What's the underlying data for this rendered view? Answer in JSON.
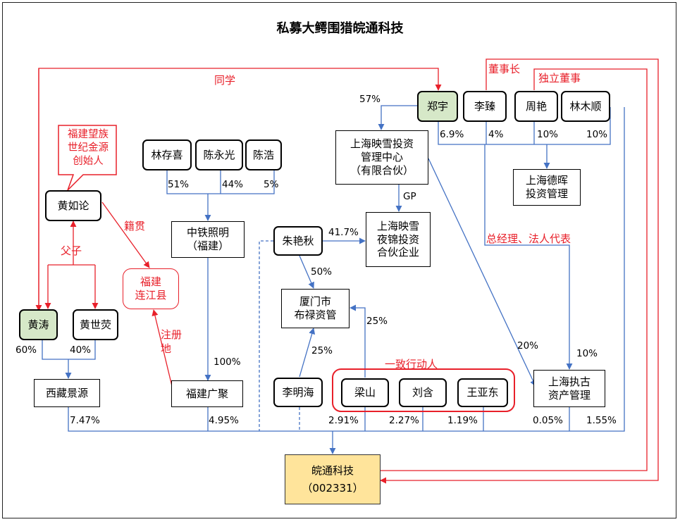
{
  "title": "私募大鳄围猎皖通科技",
  "nodes": {
    "huangrulun": "黄如论",
    "huangtao": "黄涛",
    "huangshiying": "黄世荧",
    "xizang": "西藏景源",
    "fujian_lianjiang": "福建\n连江县",
    "lincunxi": "林存喜",
    "chenyongguang": "陈永光",
    "chenhao": "陈浩",
    "zhongtie": "中铁照明\n（福建）",
    "fujian_guangju": "福建广聚",
    "zhuyanqiu": "朱艳秋",
    "xiamen_bulu": "厦门市\n布禄资管",
    "liminghai": "李明海",
    "zhengyu": "郑宇",
    "lizhen": "李臻",
    "zhouyan": "周艳",
    "linmushun": "林木顺",
    "shanghai_yingxue_center": "上海映雪投资\n管理中心\n（有限合伙）",
    "shanghai_yingxue_yejin": "上海映雪\n夜锦投资\n合伙企业",
    "shanghai_dehui": "上海德晖\n投资管理",
    "liangshan": "梁山",
    "liuhan": "刘含",
    "wangyadong": "王亚东",
    "shanghai_zhigu": "上海执古\n资产管理",
    "wantong": "皖通科技",
    "wantong_code": "（002331）"
  },
  "callout": "福建望族\n世纪金源\n创始人",
  "relations": {
    "classmate": "同学",
    "chairman": "董事长",
    "independent_director": "独立董事",
    "native_place": "籍贯",
    "father_son": "父子",
    "registered": "注册\n地",
    "gm_legal_rep": "总经理、法人代表",
    "concert_party": "一致行动人",
    "gp": "GP"
  },
  "percentages": {
    "zhengyu_center": "57%",
    "lin_zt": "51%",
    "chenyg_zt": "44%",
    "chenhao_zt": "5%",
    "zt_gj": "100%",
    "zhu_yejin": "41.7%",
    "zhu_bulu": "50%",
    "li_bulu": "25%",
    "lx_bulu": "25%",
    "zy_dehui": "6.9%",
    "lz_dehui": "4%",
    "zy2_dehui": "10%",
    "lms_dehui": "10%",
    "center_zhigu": "20%",
    "dehui_zhigu": "10%",
    "huangtao_xz": "60%",
    "hsy_xz": "40%",
    "xz_wt": "7.47%",
    "gj_wt": "4.95%",
    "ls_wt": "2.91%",
    "lh_wt": "2.27%",
    "wyd_wt": "1.19%",
    "zhigu_wt": "0.05%",
    "lms_wt": "1.55%"
  },
  "colors": {
    "line_blue": "#4472c4",
    "red": "#e8202a",
    "green_fill": "#d6e8c8",
    "yellow_fill": "#ffe49b"
  }
}
